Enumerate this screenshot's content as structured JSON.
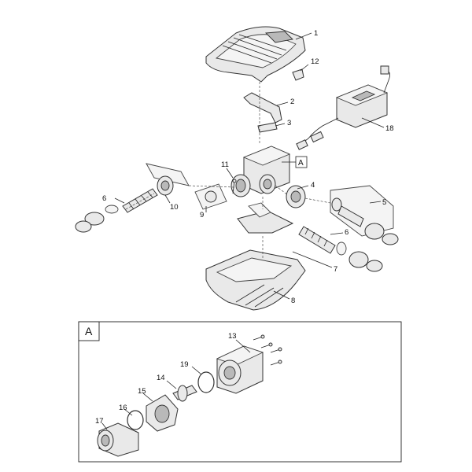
{
  "callouts": {
    "c1": "1",
    "c2": "2",
    "c3": "3",
    "c4": "4",
    "c5": "5",
    "c6a": "6",
    "c6b": "6",
    "c7": "7",
    "c8": "8",
    "c9": "9",
    "c10": "10",
    "c11": "11",
    "c12": "12",
    "c13": "13",
    "c14": "14",
    "c15": "15",
    "c16": "16",
    "c17": "17",
    "c18": "18",
    "c19": "19"
  },
  "detail_marker": "A",
  "detail_box_label": "A"
}
